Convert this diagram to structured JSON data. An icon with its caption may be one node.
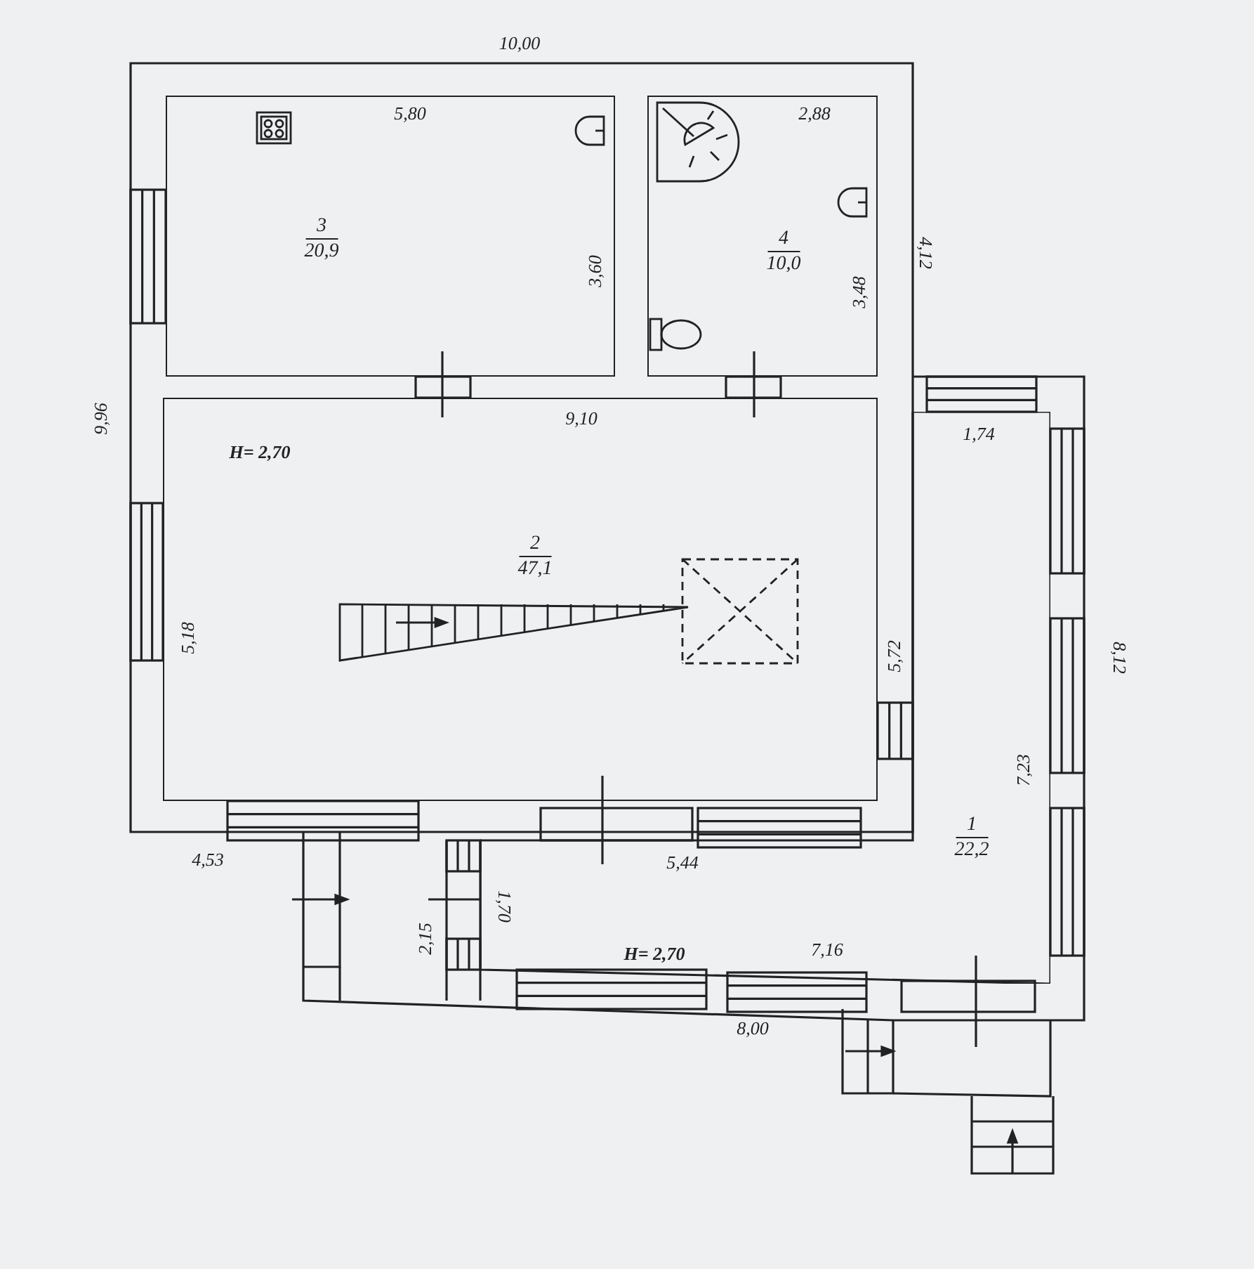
{
  "diagram": {
    "nodes": [
      {
        "text": [
          "3",
          "20,9"
        ]
      },
      {
        "text": [
          "4",
          "10,0"
        ]
      },
      {
        "text": [
          "2",
          "47,1"
        ]
      },
      {
        "text": [
          "1",
          "22,2"
        ]
      }
    ],
    "labels": [
      "10,00",
      "5,80",
      "2,88",
      "4,12",
      "3,60",
      "3,48",
      "9,96",
      "9,10",
      "1,74",
      "H= 2,70",
      "5,18",
      "5,72",
      "8,12",
      "7,23",
      "4,53",
      "5,44",
      "1,70",
      "2,15",
      "H= 2,70",
      "7,16",
      "8,00"
    ]
  }
}
